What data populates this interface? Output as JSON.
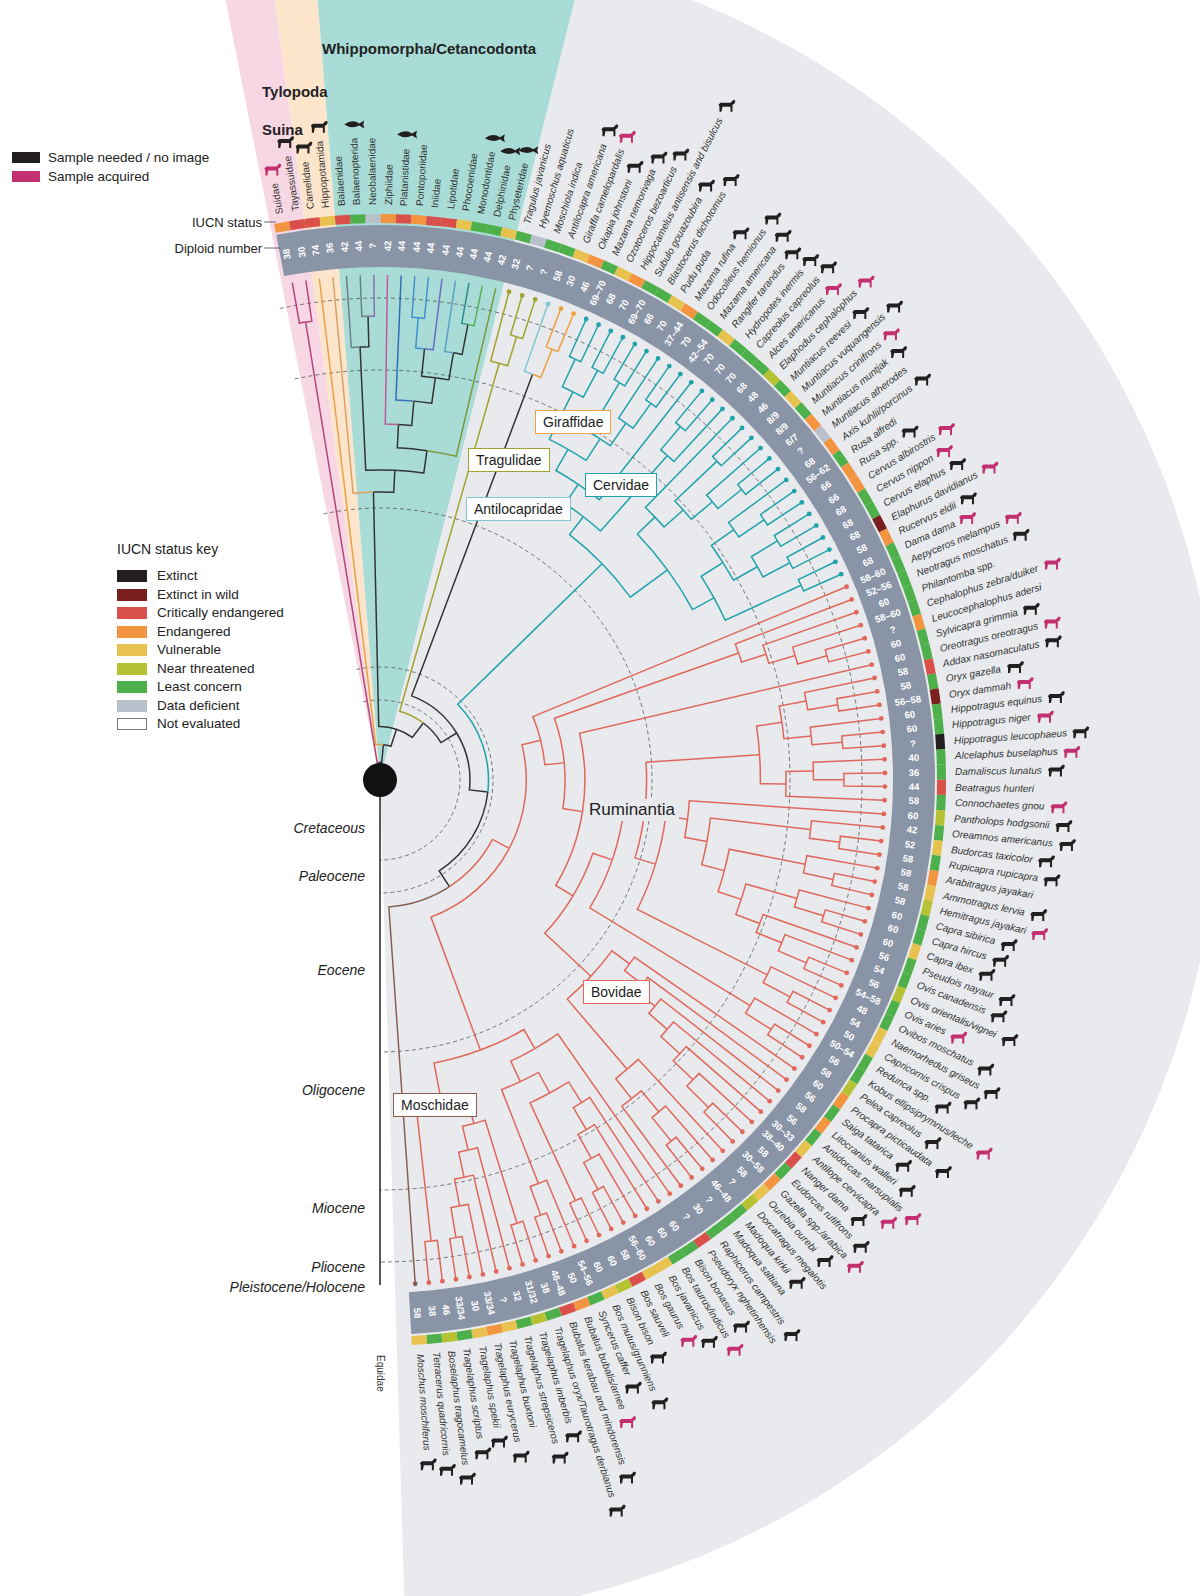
{
  "diagram": {
    "nodes": [
      {
        "text": [
          "Giraffidae"
        ]
      },
      {
        "text": [
          "Tragulidae"
        ]
      },
      {
        "text": [
          "Cervidae"
        ]
      },
      {
        "text": [
          "Antilocapridae"
        ]
      },
      {
        "text": [
          "Bovidae"
        ]
      },
      {
        "text": [
          "Moschidae"
        ]
      }
    ],
    "labels": [
      "Whippomorpha/Cetancodonta",
      "Tylopoda",
      "Suina",
      "IUCN status",
      "Diploid number",
      "IUCN status key",
      "38",
      "30",
      "74",
      "36",
      "42",
      "44",
      "?",
      "42",
      "44",
      "44",
      "44",
      "44",
      "44",
      "44",
      "44",
      "42",
      "32",
      "?",
      "?",
      "58",
      "30",
      "46",
      "69–70",
      "68",
      "70",
      "69–70",
      "66",
      "70",
      "37–44",
      "70",
      "42–54",
      "70",
      "70",
      "70",
      "68",
      "48",
      "46",
      "8/9",
      "8/9",
      "6/7",
      "?",
      "68",
      "56–62",
      "66",
      "66",
      "68",
      "68",
      "68",
      "58",
      "68",
      "58–60",
      "52–56",
      "60",
      "58–60",
      "?",
      "60",
      "60",
      "58",
      "58",
      "56–58",
      "60",
      "60",
      "?",
      "40",
      "36",
      "44",
      "58",
      "60",
      "42",
      "52",
      "58",
      "58",
      "58",
      "58",
      "60",
      "60",
      "60",
      "56",
      "54",
      "56",
      "54–58",
      "48",
      "54",
      "50",
      "50–54",
      "56",
      "58",
      "60",
      "56",
      "58",
      "56",
      "30–33",
      "38–40",
      "58",
      "30–58",
      "58",
      "?",
      "46–48",
      "?",
      "30",
      "?",
      "60",
      "60",
      "60",
      "56–60",
      "58",
      "60",
      "60",
      "54–56",
      "50",
      "46–48",
      "38",
      "31/32",
      "32",
      "?",
      "33/34",
      "30",
      "33/34",
      "46",
      "38",
      "58",
      "Suidae",
      "Tayassuidae",
      "Camelidae",
      "Hippopotamida",
      "Balaenidae",
      "Balaenopterida",
      "Neobalaenidae",
      "Ziphiidae",
      "Platanistidae",
      "Pontoporiidae",
      "Iniidae",
      "Lipotidae",
      "Phocoenidae",
      "Monodontidae",
      "Delphinidae",
      "Physeteridae",
      "Tragulus javanicus",
      "Hyemoschus aquaticus",
      "Moschiola indica",
      "Antilocapra americana",
      "Giraffa camelopardalis",
      "Okapia johnstoni",
      "Mazama nemorivaga",
      "Ozotoceros bezoarticus",
      "Hippocamelus antisensis and bisulcus",
      "Subulo gouazoubira",
      "Blastocerus dichotomus",
      "Pudu puda",
      "Mazama rufina",
      "Odocoileus hemionus",
      "Mazama americana",
      "Rangifer tarandus",
      "Hydropotes inermis",
      "Capreolus capreolus",
      "Alces americanus",
      "Elaphodus cephalophus",
      "Muntiacus reevesi",
      "Muntiacus vuquangensis",
      "Muntiacus crinifrons",
      "Muntiacus muntjak",
      "Muntiacus atherodes",
      "Axis kuhlii/porcinus",
      "Rusa alfredi",
      "Rusa spp.",
      "Cervus albirostris",
      "Cervus nippon",
      "Cervus elaphus",
      "Elaphurus davidianus",
      "Rucervus eldii",
      "Dama dama",
      "Aepyceros melampus",
      "Neotragus moschatus",
      "Philantomba spp.",
      "Cephalophus zebra/duiker",
      "Leucocephalophus adersi",
      "Sylvicapra grimmia",
      "Oreotragus oreotragus",
      "Addax nasomaculatus",
      "Oryx gazella",
      "Oryx dammah",
      "Hippotragus equinus",
      "Hippotragus niger",
      "Hippotragus leucophaeus",
      "Alcelaphus buselaphus",
      "Damaliscus lunatus",
      "Beatragus hunteri",
      "Connochaetes gnou",
      "Pantholops hodgsonii",
      "Oreamnos americanus",
      "Budorcas taxicolor",
      "Rupicapra rupicapra",
      "Arabitragus jayakari",
      "Ammotragus lervia",
      "Hemitragus jayakari",
      "Capra sibirica",
      "Capra hircus",
      "Capra ibex",
      "Pseudois nayaur",
      "Ovis canadensis",
      "Ovis orientalis/vignei",
      "Ovis aries",
      "Ovibos moschatus",
      "Naemorhedus griseus",
      "Capricornis crispus",
      "Redunca spp.",
      "Kobus ellipsiprymnus/leche",
      "Pelea capreolus",
      "Procapra picticaudata",
      "Saiga tatarica",
      "Litocranius walleri",
      "Antidorcas marsupialis",
      "Antilope cervicapra",
      "Nanger dama",
      "Eudorcas rufifrons",
      "Gazella spp./arabica",
      "Ourebia ourebi",
      "Dorcatragus megalotis",
      "Madoqua kirkii",
      "Madoqua saltiana",
      "Raphicerus campestris",
      "Pseudoryx nghetinhensis",
      "Bison bonasus",
      "Bos taurus/indicus",
      "Bos javanicus",
      "Bos gaurus",
      "Bos sauveli",
      "Bison bison",
      "Bos mutus/grunniens",
      "Syncerus caffer",
      "Bubalus bubalis/arnee",
      "Bubalus kerabau and mindorensis",
      "Tragelaphus oryx/Taurotragus derbianus",
      "Tragelaphus imberbis",
      "Tragelaphus strepsiceros",
      "Tragelaphus buxtoni",
      "Tragelaphus eurycerus",
      "Tragelaphus spekii",
      "Tragelaphus scriptus",
      "Boselaphus tragocamelus",
      "Tetracerus quadricornis",
      "Moschus moschiferus",
      "Equidae",
      "Ruminantia",
      "Cretaceous",
      "Paleocene",
      "Eocene",
      "Oligocene",
      "Miocene",
      "Pliocene",
      "Pleistocene/Holocene"
    ],
    "legend": [
      {
        "text": "Sample needed / no image",
        "color": "#231f20"
      },
      {
        "text": "Sample acquired",
        "color": "#c2306f"
      },
      {
        "text": "Extinct",
        "color": "#231f20"
      },
      {
        "text": "Extinct in wild",
        "color": "#7a1f1f"
      },
      {
        "text": "Critically endangered",
        "color": "#d94f4a"
      },
      {
        "text": "Endangered",
        "color": "#f39440"
      },
      {
        "text": "Vulnerable",
        "color": "#e8c24e"
      },
      {
        "text": "Near threatened",
        "color": "#b6c234"
      },
      {
        "text": "Least concern",
        "color": "#4db04a"
      },
      {
        "text": "Data deficient",
        "color": "#b8c0cc"
      },
      {
        "text": "Not evaluated",
        "color": "#ffffff"
      }
    ]
  }
}
